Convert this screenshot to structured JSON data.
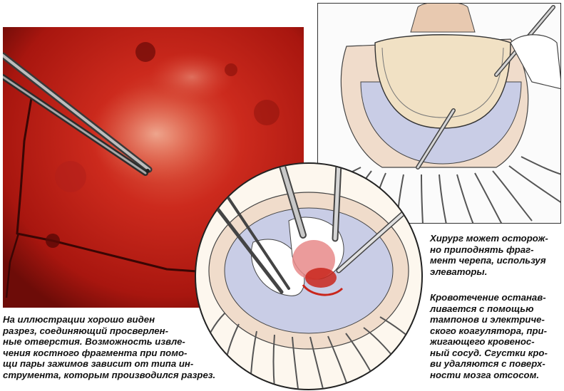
{
  "captions": {
    "left": "На иллюстрации хорошо виден\nразрез, соединяющий просверлен-\nные отверстия. Возможность извле-\nчения костного фрагмента при помо-\nщи пары зажимов зависит от типа ин-\nструмента, которым производился разрез.",
    "right_top": "Хирург может осторож-\nно приподнять фраг-\nмент черепа, используя\nэлеваторы.",
    "right_bottom": "Кровотечение останав-\nливается с помощью\nтампонов и электриче-\nского коагулятора, при-\nжигающего кровенос-\nный сосуд. Сгустки кро-\nви удаляются с поверх-\nности мозга отсосом."
  },
  "colors": {
    "tissue": "#c9261c",
    "tissue_dark": "#7a0f0b",
    "brain": "#c9cde6",
    "bone": "#f1e1c4",
    "instrument": "#9a9a9a"
  }
}
